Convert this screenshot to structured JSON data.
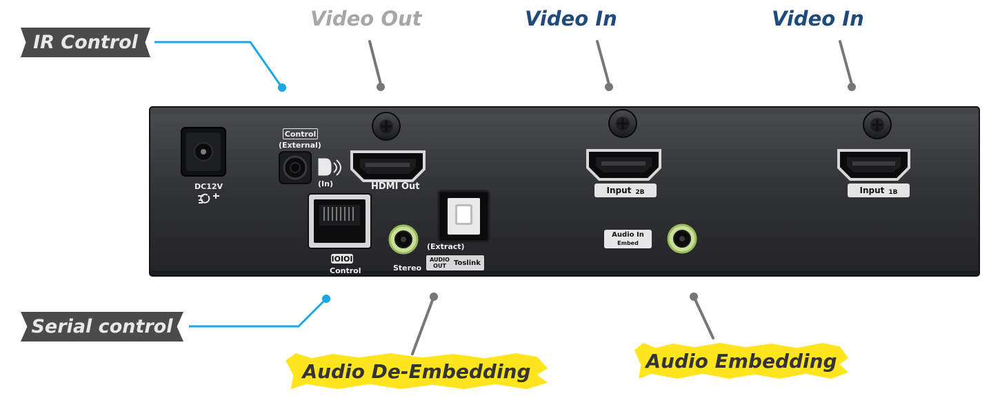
{
  "callouts": {
    "video_out": "Video Out",
    "video_in_1": "Video In",
    "video_in_2": "Video In",
    "ir_control": "IR Control",
    "serial_control": "Serial control",
    "audio_de_embedding": "Audio De-Embedding",
    "audio_embedding": "Audio Embedding"
  },
  "panel": {
    "dc": "DC12V",
    "control_title": "Control",
    "control_external": "(External)",
    "ir_in": "(In)",
    "hdmi_out": "HDMI Out",
    "input_2b": "Input",
    "input_2b_sub": "2B",
    "input_1b": "Input",
    "input_1b_sub": "1B",
    "serial_icon": "IOIOI",
    "serial_label": "Control",
    "extract": "(Extract)",
    "stereo": "Stereo",
    "audio_out": "AUDIO\nOUT",
    "toslink": "Toslink",
    "audio_in": "Audio In",
    "embed": "Embed"
  },
  "colors": {
    "accent_blue": "#1f4a7c",
    "callout_gray": "#a7a7a7",
    "tag_dark": "#4b4b4b",
    "banner_yellow": "#ffe51e",
    "connector_blue": "#1aa7e6",
    "connector_gray": "#777777"
  },
  "icons": {
    "dc_jack": "dc-jack-icon",
    "ir_jack": "ir-jack-icon",
    "ir_sensor": "ir-sensor-icon",
    "hdmi_port": "hdmi-port-icon",
    "rj45_port": "rj45-port-icon",
    "audio_jack": "audio-jack-icon",
    "toslink_port": "toslink-port-icon",
    "screw": "screw-icon"
  }
}
